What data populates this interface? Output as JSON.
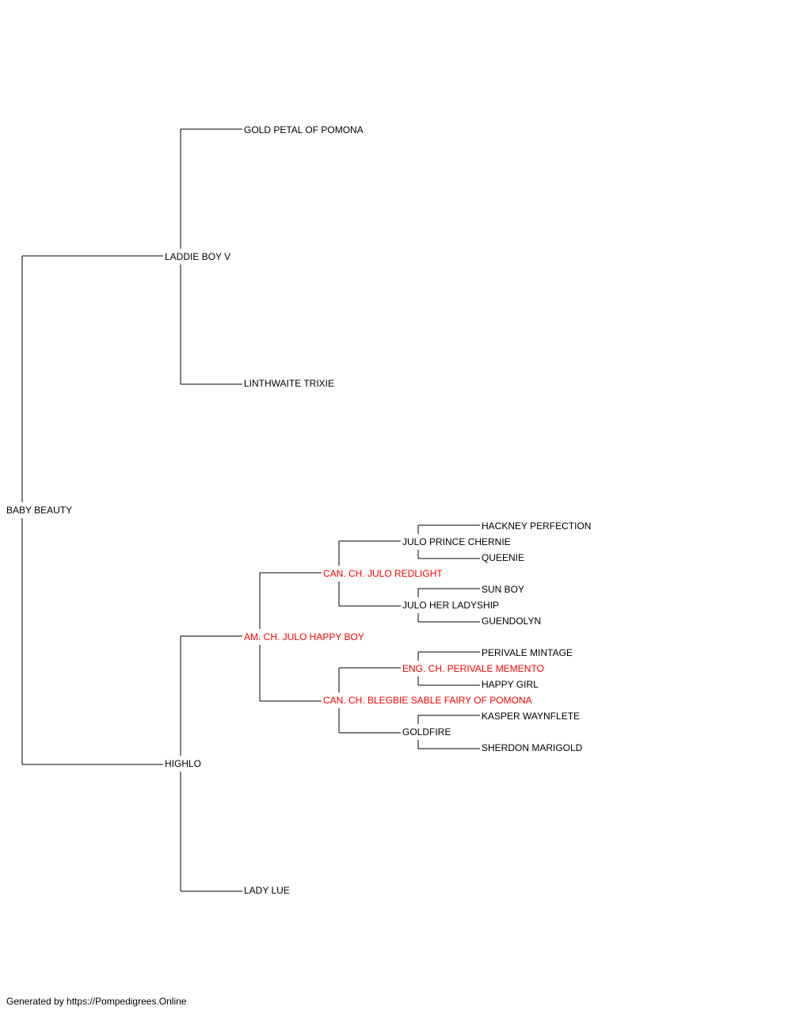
{
  "colors": {
    "line": "#000000",
    "normal_text": "#000000",
    "champion_text": "#ff0000"
  },
  "pedigree": {
    "name": "BABY BEAUTY",
    "champion": false,
    "sire": {
      "name": "LADDIE BOY V",
      "champion": false,
      "sire": {
        "name": "GOLD PETAL OF POMONA",
        "champion": false
      },
      "dam": {
        "name": "LINTHWAITE TRIXIE",
        "champion": false
      }
    },
    "dam": {
      "name": "HIGHLO",
      "champion": false,
      "sire": {
        "name": "AM. CH. JULO HAPPY BOY",
        "champion": true,
        "sire": {
          "name": "CAN. CH. JULO REDLIGHT",
          "champion": true,
          "sire": {
            "name": "JULO PRINCE CHERNIE",
            "champion": false,
            "sire": {
              "name": "HACKNEY PERFECTION",
              "champion": false
            },
            "dam": {
              "name": "QUEENIE",
              "champion": false
            }
          },
          "dam": {
            "name": "JULO HER LADYSHIP",
            "champion": false,
            "sire": {
              "name": "SUN BOY",
              "champion": false
            },
            "dam": {
              "name": "GUENDOLYN",
              "champion": false
            }
          }
        },
        "dam": {
          "name": "CAN. CH. BLEGBIE SABLE FAIRY OF POMONA",
          "champion": true,
          "sire": {
            "name": "ENG. CH. PERIVALE MEMENTO",
            "champion": true,
            "sire": {
              "name": "PERIVALE MINTAGE",
              "champion": false
            },
            "dam": {
              "name": "HAPPY GIRL",
              "champion": false
            }
          },
          "dam": {
            "name": "GOLDFIRE",
            "champion": false,
            "sire": {
              "name": "KASPER WAYNFLETE",
              "champion": false
            },
            "dam": {
              "name": "SHERDON MARIGOLD",
              "champion": false
            }
          }
        }
      },
      "dam": {
        "name": "LADY LUE",
        "champion": false
      }
    }
  },
  "footer": {
    "text": "Generated by https://Pompedigrees.Online"
  }
}
